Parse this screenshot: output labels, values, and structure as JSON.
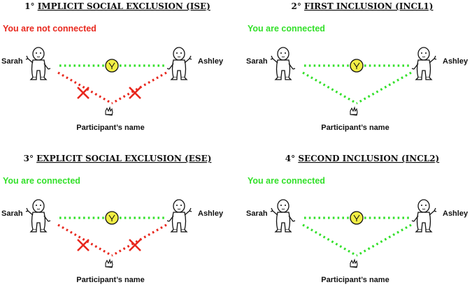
{
  "colors": {
    "connected": "#33e02a",
    "excluded": "#e8281e",
    "ball": "#f2ee45",
    "ink": "#111111"
  },
  "panels": [
    {
      "number": "1°",
      "title": "IMPLICIT SOCIAL EXCLUSION (ISE)",
      "status": "You are not connected",
      "status_state": "excluded",
      "top_link": "connected",
      "bottom_links": "excluded",
      "players": {
        "left": "Sarah",
        "right": "Ashley",
        "bottom": "Participant’s name"
      }
    },
    {
      "number": "2°",
      "title": "FIRST INCLUSION (INCL1)",
      "status": "You are connected",
      "status_state": "connected",
      "top_link": "connected",
      "bottom_links": "connected",
      "players": {
        "left": "Sarah",
        "right": "Ashley",
        "bottom": "Participant’s name"
      }
    },
    {
      "number": "3°",
      "title": "EXPLICIT SOCIAL EXCLUSION (ESE)",
      "status": "You are connected",
      "status_state": "connected",
      "top_link": "connected",
      "bottom_links": "excluded",
      "players": {
        "left": "Sarah",
        "right": "Ashley",
        "bottom": "Participant’s name"
      }
    },
    {
      "number": "4°",
      "title": "SECOND INCLUSION (INCL2)",
      "status": "You are connected",
      "status_state": "connected",
      "top_link": "connected",
      "bottom_links": "connected",
      "players": {
        "left": "Sarah",
        "right": "Ashley",
        "bottom": "Participant’s name"
      }
    }
  ]
}
